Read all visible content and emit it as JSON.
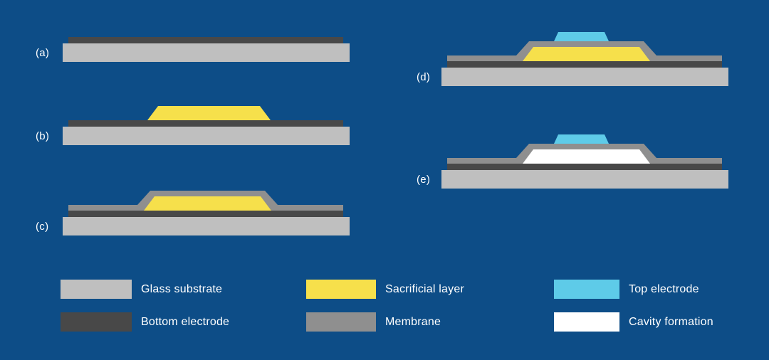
{
  "figure": {
    "background": "#0d4d87",
    "steps": [
      {
        "label": "(a)",
        "layers": [
          "glass-substrate",
          "bottom-electrode"
        ]
      },
      {
        "label": "(b)",
        "layers": [
          "glass-substrate",
          "bottom-electrode",
          "sacrificial-layer"
        ]
      },
      {
        "label": "(c)",
        "layers": [
          "glass-substrate",
          "bottom-electrode",
          "sacrificial-layer",
          "membrane"
        ]
      },
      {
        "label": "(d)",
        "layers": [
          "glass-substrate",
          "bottom-electrode",
          "sacrificial-layer",
          "membrane",
          "top-electrode"
        ]
      },
      {
        "label": "(e)",
        "layers": [
          "glass-substrate",
          "bottom-electrode",
          "cavity-formation",
          "membrane",
          "top-electrode"
        ]
      }
    ],
    "legend": [
      {
        "name": "glass-substrate",
        "label": "Glass substrate",
        "color": "#bfbfbf"
      },
      {
        "name": "bottom-electrode",
        "label": "Bottom electrode",
        "color": "#484848"
      },
      {
        "name": "sacrificial-layer",
        "label": "Sacrificial layer",
        "color": "#f6e04b"
      },
      {
        "name": "membrane",
        "label": "Membrane",
        "color": "#8f8f8f"
      },
      {
        "name": "top-electrode",
        "label": "Top electrode",
        "color": "#5ecbe8"
      },
      {
        "name": "cavity-formation",
        "label": "Cavity formation",
        "color": "#ffffff"
      }
    ]
  }
}
